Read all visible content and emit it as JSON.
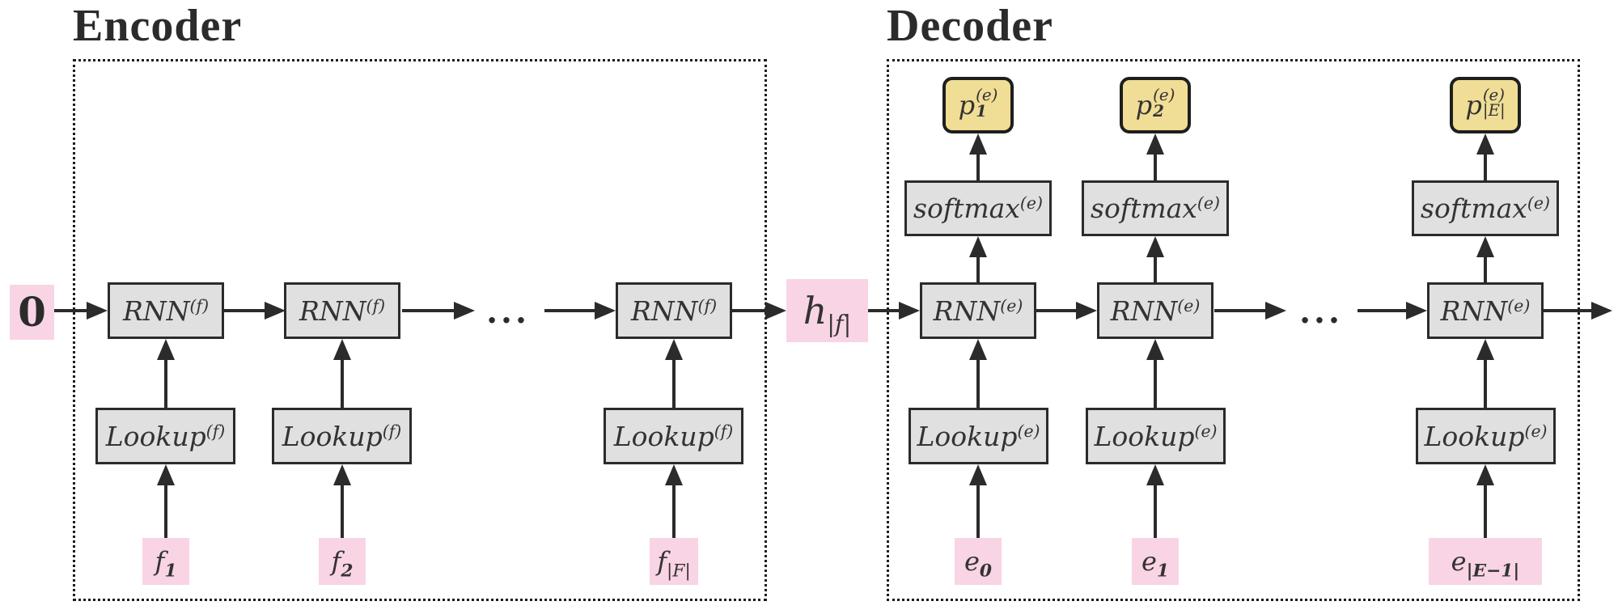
{
  "encoder": {
    "title": "Encoder",
    "initial_state": "0",
    "ellipsis": "...",
    "columns": [
      {
        "rnn": "RNN",
        "rnn_sup": "(f)",
        "lookup": "Lookup",
        "lookup_sup": "(f)",
        "input": "f",
        "input_sub": "1"
      },
      {
        "rnn": "RNN",
        "rnn_sup": "(f)",
        "lookup": "Lookup",
        "lookup_sup": "(f)",
        "input": "f",
        "input_sub": "2"
      },
      {
        "rnn": "RNN",
        "rnn_sup": "(f)",
        "lookup": "Lookup",
        "lookup_sup": "(f)",
        "input": "f",
        "input_sub": "|F|"
      }
    ]
  },
  "hidden_state": {
    "base": "h",
    "sub": "|f|"
  },
  "decoder": {
    "title": "Decoder",
    "ellipsis": "...",
    "columns": [
      {
        "prob": "p",
        "prob_sup": "(e)",
        "prob_sub": "1",
        "softmax": "softmax",
        "softmax_sup": "(e)",
        "rnn": "RNN",
        "rnn_sup": "(e)",
        "lookup": "Lookup",
        "lookup_sup": "(e)",
        "input": "e",
        "input_sub": "0"
      },
      {
        "prob": "p",
        "prob_sup": "(e)",
        "prob_sub": "2",
        "softmax": "softmax",
        "softmax_sup": "(e)",
        "rnn": "RNN",
        "rnn_sup": "(e)",
        "lookup": "Lookup",
        "lookup_sup": "(e)",
        "input": "e",
        "input_sub": "1"
      },
      {
        "prob": "p",
        "prob_sup": "(e)",
        "prob_sub": "|E|",
        "softmax": "softmax",
        "softmax_sup": "(e)",
        "rnn": "RNN",
        "rnn_sup": "(e)",
        "lookup": "Lookup",
        "lookup_sup": "(e)",
        "input": "e",
        "input_sub": "|E−1|"
      }
    ]
  },
  "colors": {
    "pink": "#f9d4e4",
    "gray": "#e0e0e0",
    "yellow": "#f0de96",
    "line": "#2b2b2b",
    "dotted_border": "#1c1c1c"
  }
}
